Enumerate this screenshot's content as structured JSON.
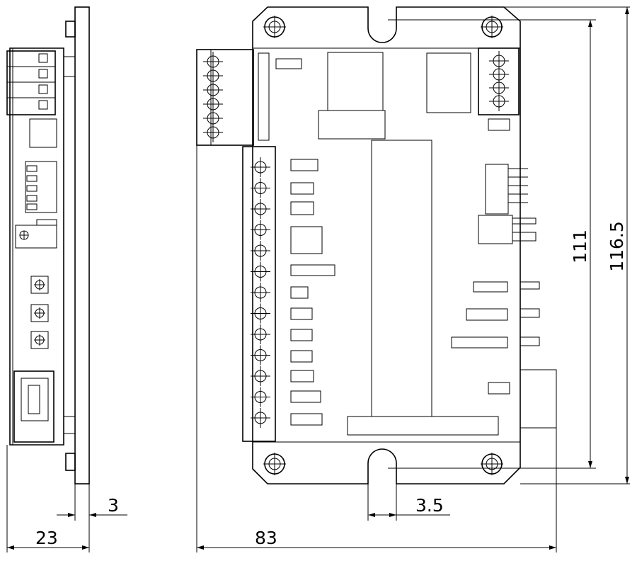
{
  "dimensions": {
    "side_depth": "23",
    "plate_thickness": "3",
    "width": "83",
    "slot_width": "3.5",
    "hole_pitch": "111",
    "overall_height": "116.5"
  },
  "colors": {
    "line": "#000000",
    "background": "#ffffff"
  }
}
